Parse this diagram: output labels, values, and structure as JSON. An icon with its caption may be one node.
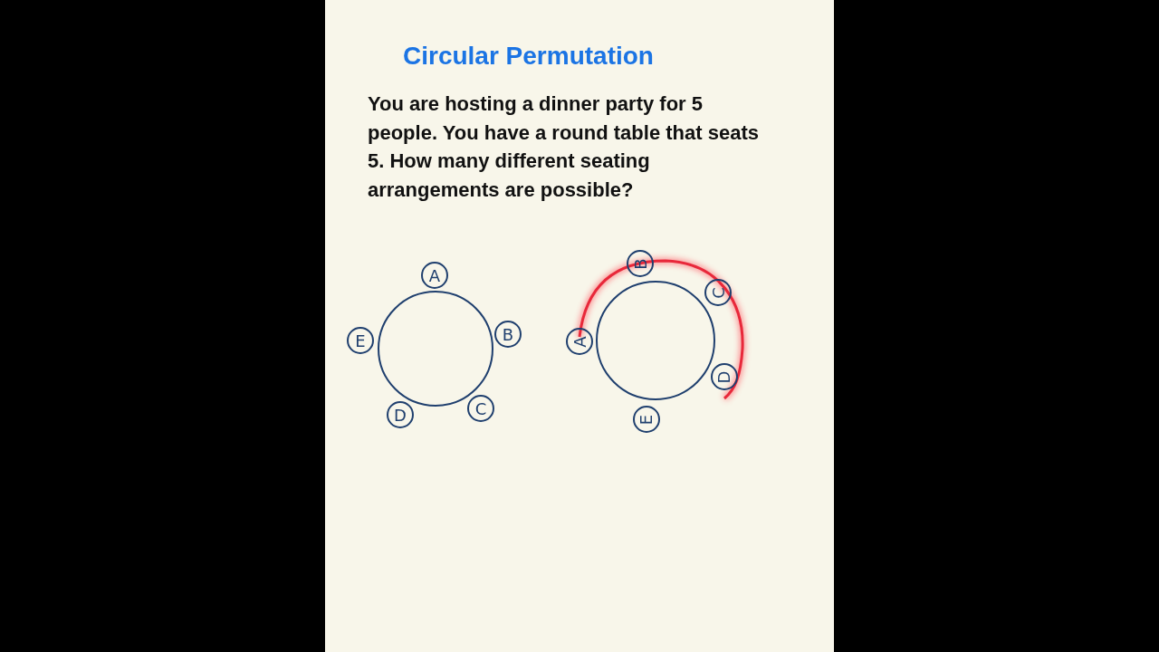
{
  "diagram": {
    "title": "Circular Permutation",
    "nodes": [
      {
        "text": [],
        "shape": "circle"
      },
      {
        "text": [
          "A"
        ]
      },
      {
        "text": [
          "B"
        ]
      },
      {
        "text": [
          "C"
        ]
      },
      {
        "text": [
          "D"
        ]
      },
      {
        "text": [
          "E"
        ]
      },
      {
        "text": [],
        "shape": "circle"
      },
      {
        "text": [
          "B"
        ]
      },
      {
        "text": [
          "C"
        ]
      },
      {
        "text": [
          "A"
        ]
      },
      {
        "text": [
          "D"
        ]
      },
      {
        "text": [
          "E"
        ]
      }
    ],
    "edges": [],
    "labels": [
      "You are hosting a dinner party for 5 people. You have a round table that seats 5. How many different seating arrangements are possible?"
    ]
  }
}
